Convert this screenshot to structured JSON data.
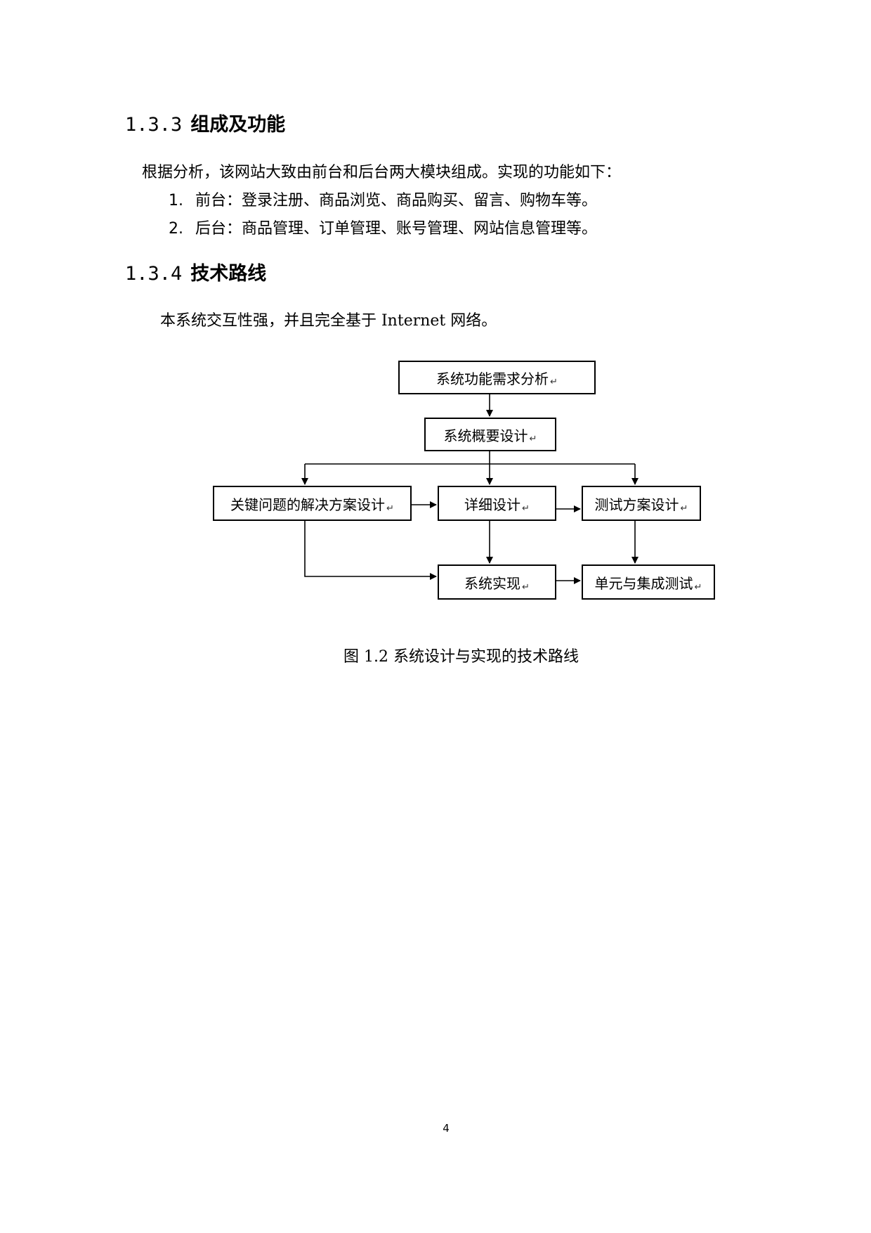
{
  "section_133": {
    "number": "1.3.3",
    "title": "组成及功能",
    "intro": "根据分析，该网站大致由前台和后台两大模块组成。实现的功能如下：",
    "items": [
      {
        "index": "1.",
        "text": "前台：登录注册、商品浏览、商品购买、留言、购物车等。"
      },
      {
        "index": "2.",
        "text": "后台：商品管理、订单管理、账号管理、网站信息管理等。"
      }
    ]
  },
  "section_134": {
    "number": "1.3.4",
    "title": "技术路线",
    "intro": "本系统交互性强，并且完全基于 Internet 网络。"
  },
  "flowchart": {
    "return_mark": "↵",
    "nodes": {
      "requirements": "系统功能需求分析",
      "overview": "系统概要设计",
      "key_problems": "关键问题的解决方案设计",
      "detailed": "详细设计",
      "test_plan": "测试方案设计",
      "implementation": "系统实现",
      "unit_integration": "单元与集成测试"
    }
  },
  "figure": {
    "caption": "图 1.2 系统设计与实现的技术路线"
  },
  "page": {
    "number": "4"
  }
}
